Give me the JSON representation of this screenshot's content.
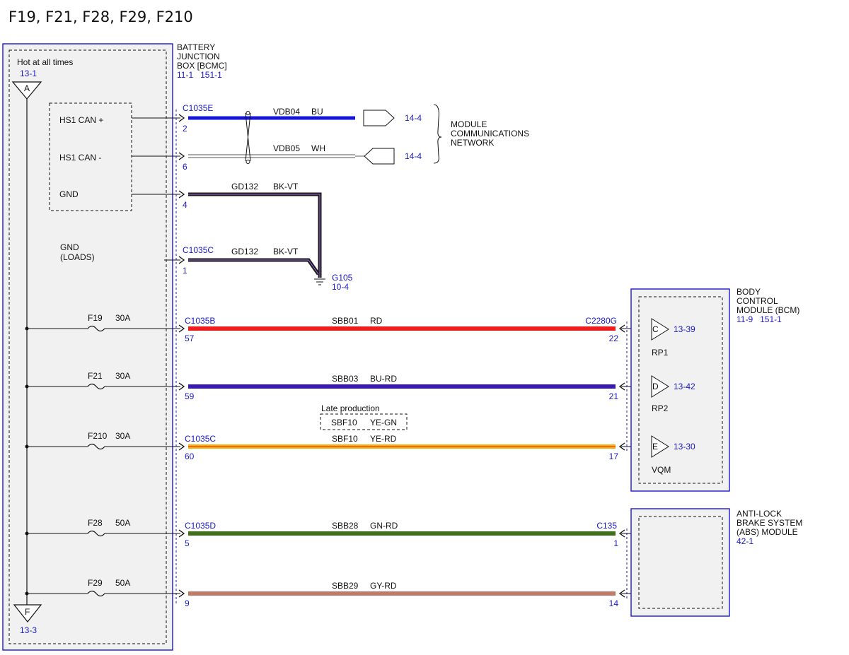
{
  "title": "F19, F21, F28, F29, F210",
  "colors": {
    "BU": "#1515d8",
    "RD": "#ee1c1c",
    "BU_RD": "#3a1aa8",
    "YE_RD": "#f3b20a",
    "GN_RD": "#3f6e1d",
    "GY_RD": "#c07a6a",
    "BK_VT": "#1a1a1a",
    "ref": "#1a1acc"
  },
  "bjb": {
    "name_lines": [
      "BATTERY",
      "JUNCTION",
      "BOX [BCMC]"
    ],
    "refs": "11-1   151-1",
    "hot_label": "Hot at all times",
    "hot_ref": "13-1",
    "top_terminal": "A",
    "bottom_terminal": "F",
    "bottom_ref": "13-3",
    "internal_labels": [
      "HS1 CAN +",
      "HS1 CAN -",
      "GND"
    ],
    "gnd_loads_lines": [
      "GND",
      "(LOADS)"
    ]
  },
  "can_wires": [
    {
      "connector": "C1035E",
      "pin": "2",
      "circuit": "VDB04",
      "color": "BU",
      "ref": "14-4"
    },
    {
      "connector": "",
      "pin": "6",
      "circuit": "VDB05",
      "color": "WH",
      "ref": "14-4"
    }
  ],
  "module_network_lines": [
    "MODULE",
    "COMMUNICATIONS",
    "NETWORK"
  ],
  "ground_wires": [
    {
      "connector": "",
      "pin": "4",
      "circuit": "GD132",
      "color": "BK-VT"
    },
    {
      "connector": "C1035C",
      "pin": "1",
      "circuit": "GD132",
      "color": "BK-VT"
    }
  ],
  "ground": {
    "name": "G105",
    "ref": "10-4"
  },
  "fused_circuits": [
    {
      "fuse": "F19",
      "amps": "30A",
      "left_connector": "C1035B",
      "left_pin": "57",
      "circuit": "SBB01",
      "color": "RD",
      "right_connector": "C2280G",
      "right_pin": "22"
    },
    {
      "fuse": "F21",
      "amps": "30A",
      "left_connector": "",
      "left_pin": "59",
      "circuit": "SBB03",
      "color": "BU-RD",
      "right_connector": "",
      "right_pin": "21"
    },
    {
      "fuse": "F210",
      "amps": "30A",
      "left_connector": "C1035C",
      "left_pin": "60",
      "circuit": "SBF10",
      "color": "YE-RD",
      "right_connector": "",
      "right_pin": "17"
    },
    {
      "fuse": "F28",
      "amps": "50A",
      "left_connector": "C1035D",
      "left_pin": "5",
      "circuit": "SBB28",
      "color": "GN-RD",
      "right_connector": "C135",
      "right_pin": "1"
    },
    {
      "fuse": "F29",
      "amps": "50A",
      "left_connector": "",
      "left_pin": "9",
      "circuit": "SBB29",
      "color": "GY-RD",
      "right_connector": "",
      "right_pin": "14"
    }
  ],
  "late_production": {
    "label": "Late production",
    "circuit": "SBF10",
    "color": "YE-GN"
  },
  "bcm": {
    "name_lines": [
      "BODY",
      "CONTROL",
      "MODULE (BCM)"
    ],
    "refs": "11-9   151-1",
    "pins": [
      {
        "terminal": "C",
        "ref": "13-39",
        "label": "RP1"
      },
      {
        "terminal": "D",
        "ref": "13-42",
        "label": "RP2"
      },
      {
        "terminal": "E",
        "ref": "13-30",
        "label": "VQM"
      }
    ]
  },
  "abs": {
    "name_lines": [
      "ANTI-LOCK",
      "BRAKE SYSTEM",
      "(ABS) MODULE"
    ],
    "ref": "42-1"
  }
}
